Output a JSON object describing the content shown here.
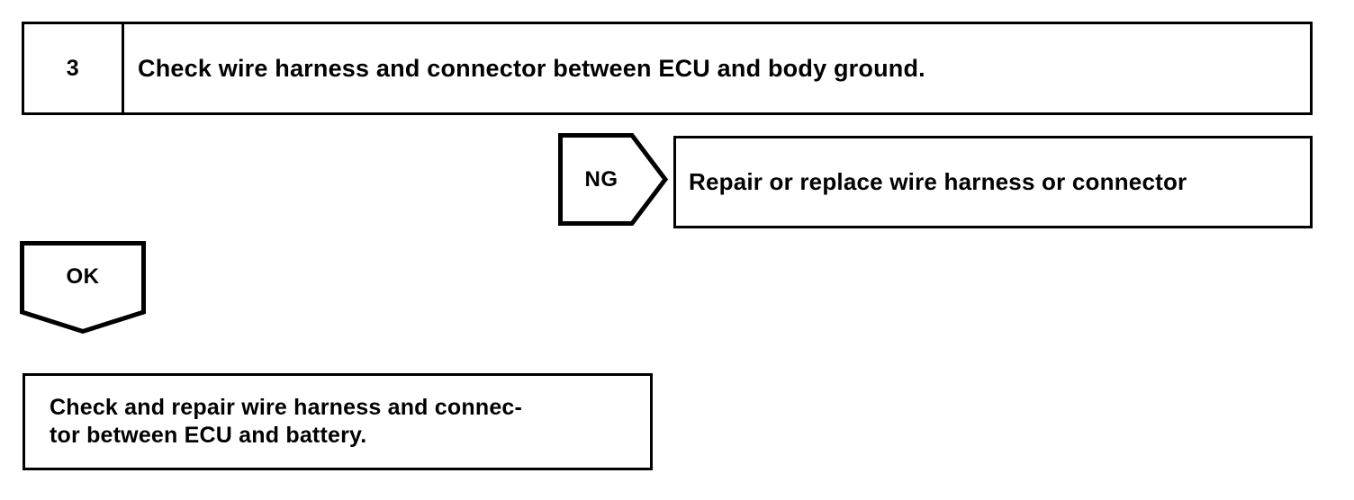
{
  "diagram": {
    "type": "troubleshooting-flowchart",
    "colors": {
      "ink": "#000000",
      "background": "#ffffff"
    },
    "step": {
      "number": "3",
      "instruction": "Check wire harness and connector between ECU and body ground."
    },
    "branches": {
      "ng": {
        "label": "NG",
        "icon": "arrow-right-pentagon",
        "result": "Repair or replace wire harness or connector"
      },
      "ok": {
        "label": "OK",
        "icon": "arrow-down-pentagon",
        "result_lines": [
          "Check and repair wire harness and connec-",
          "tor between ECU and battery."
        ]
      }
    }
  }
}
